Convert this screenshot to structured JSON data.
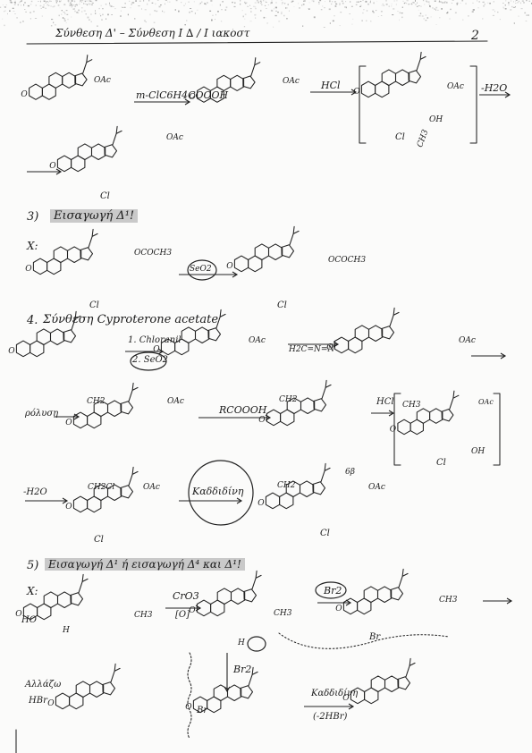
{
  "header": {
    "line": "Σύνθεση Δ' – Σύνθεση Ι ∆ / Ι ιακοστ",
    "page_number": "2"
  },
  "sections": {
    "s3_title": "Εισαγωγή Δ¹!",
    "s4_title": "Σύνθεση Cyproterone acetate",
    "s5_title": "Εισαγωγή Δ¹ ή εισαγωγή Δ⁴ και Δ¹!"
  },
  "numbers": {
    "n3": "3)",
    "n4": "4.",
    "n5": "5)"
  },
  "example_labels": {
    "ex1": "Χ:",
    "ex2": "Χ:"
  },
  "reagents": {
    "mcpba": "m-ClC6H4COOOH",
    "hcl": "HCl",
    "minus_h2o": "-H2O",
    "seo2_circle": "SeO2",
    "chloranil": "1. Chloranil",
    "seo2_step2": "2. SeO2",
    "diazomethane": "H2C=N=N",
    "pyrolysis": "ρόλυση",
    "rcoooh": "RCOOOH",
    "hcl2": "HCl",
    "h2o": "-H2O",
    "cro3": "CrO3",
    "o_ox": "[O]",
    "br2": "Br2",
    "br2_down": "Br2",
    "elimination": "Καδδιδίνη",
    "elimination2": "Καδδιδίνη",
    "minus_2hbr": "(-2HBr)",
    "hbr_label": "HBr",
    "elimination_left": "Αλλάζω",
    "b_label": "6β"
  },
  "substituents": {
    "oac": "OAc",
    "oac2": "OAc",
    "oac3": "OAc",
    "oac4": "OAc",
    "oac5": "OAc",
    "oac6": "OAc",
    "oac7": "OAc",
    "oac8": "OAc",
    "ococh3": "OCOCH3",
    "ococh3_b": "OCOCH3",
    "oh": "OH",
    "oh2": "OH",
    "cl": "Cl",
    "cl2": "Cl",
    "cl3": "Cl",
    "cl4": "Cl",
    "cl5": "Cl",
    "cl6": "Cl",
    "ch2": "CH2",
    "ch2_b": "CH2",
    "ch2cl": "CH2Cl",
    "ch3": "CH3",
    "ch3_b": "CH3",
    "ch3_c": "CH3",
    "ch3_d": "CH3",
    "ho": "HO",
    "h": "H",
    "h_b": "H",
    "br": "Br",
    "br_b": "Br",
    "o": "O"
  },
  "margin_note": "CH3"
}
